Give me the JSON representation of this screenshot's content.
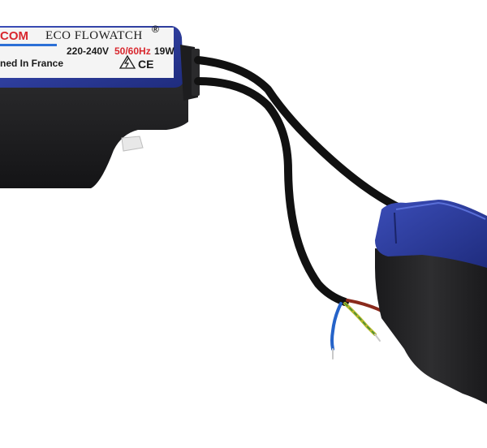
{
  "product_label": {
    "brand": "COM",
    "model": "ECO FLOWATCH",
    "registered_mark": "®",
    "voltage": "220-240V",
    "frequency": "50/60Hz",
    "power": "19W",
    "origin": "ned In France",
    "ce_mark": "CE",
    "warning_symbol": "⚡"
  },
  "colors": {
    "housing_black": "#1c1c1e",
    "cover_blue": "#2b3b9c",
    "brand_red": "#d8272e",
    "label_white": "#f4f4f4"
  },
  "icons": [
    "high-voltage-warning-icon",
    "ce-mark-icon"
  ]
}
